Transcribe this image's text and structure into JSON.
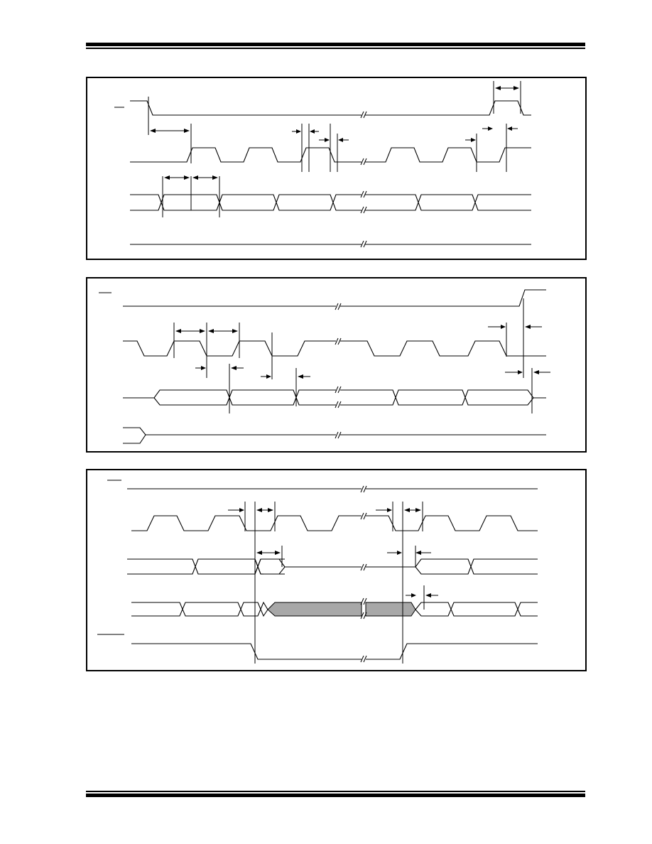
{
  "page": {
    "header_rule_color": "#000000",
    "footer_rule_color": "#000000"
  },
  "diagrams": [
    {
      "id": "diagram-1",
      "description_note": "",
      "signals": [
        {
          "id": "cs",
          "kind": "digital"
        },
        {
          "id": "sck",
          "kind": "clock"
        },
        {
          "id": "si",
          "kind": "bus"
        },
        {
          "id": "so",
          "kind": "digital"
        }
      ],
      "highlight_color": "#000000"
    },
    {
      "id": "diagram-2",
      "signals": [
        {
          "id": "cs",
          "kind": "digital"
        },
        {
          "id": "sck",
          "kind": "clock"
        },
        {
          "id": "so",
          "kind": "bus"
        },
        {
          "id": "si",
          "kind": "digital"
        }
      ]
    },
    {
      "id": "diagram-3",
      "signals": [
        {
          "id": "cs",
          "kind": "digital"
        },
        {
          "id": "sck",
          "kind": "clock"
        },
        {
          "id": "hold-bus",
          "kind": "bus"
        },
        {
          "id": "so",
          "kind": "bus"
        },
        {
          "id": "hold",
          "kind": "digital"
        }
      ],
      "highlight_color": "#a8a8a8"
    }
  ]
}
